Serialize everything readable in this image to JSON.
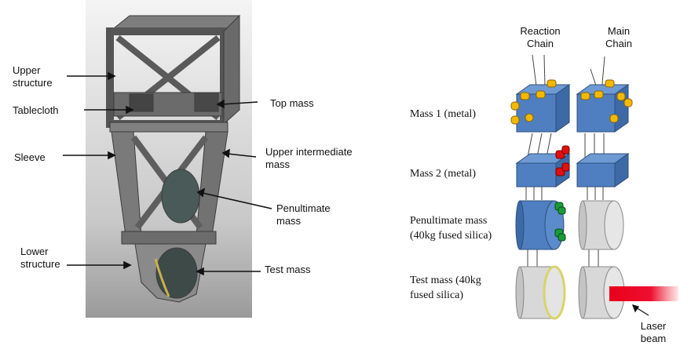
{
  "left_figure": {
    "labels": {
      "upper_structure": "Upper\nstructure",
      "tablecloth": "Tablecloth",
      "sleeve": "Sleeve",
      "lower_structure": "Lower\nstructure",
      "top_mass": "Top mass",
      "upper_intermediate_mass": "Upper intermediate\nmass",
      "penultimate_mass": "Penultimate\nmass",
      "test_mass": "Test mass"
    }
  },
  "right_figure": {
    "chains": {
      "reaction": "Reaction\nChain",
      "main": "Main\nChain"
    },
    "stages": {
      "mass1": "Mass 1 (metal)",
      "mass2": "Mass 2 (metal)",
      "penultimate": "Penultimate mass\n(40kg fused silica)",
      "test": "Test mass (40kg\nfused silica)"
    },
    "laser": "Laser\nbeam"
  },
  "colors": {
    "metal_blue": "#4f7fc0",
    "magnet_yellow": "#f5b800",
    "magnet_red": "#e01010",
    "magnet_green": "#1a9a3a",
    "silica_gray": "#dcdcdc",
    "laser_red": "#e8001a"
  }
}
